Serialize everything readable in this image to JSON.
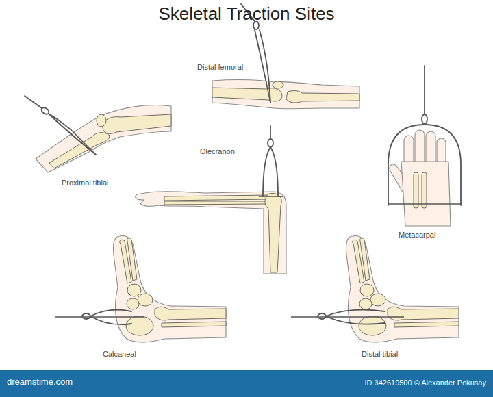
{
  "diagram": {
    "title": "Skeletal Traction Sites",
    "labels": [
      "Proximal tibial",
      "Distal femoral",
      "Olecranon",
      "Metacarpal",
      "Calcaneal",
      "Distal tibial",
      "dreamstime.com",
      "ID 342619500 © Alexander Pokusay"
    ]
  }
}
